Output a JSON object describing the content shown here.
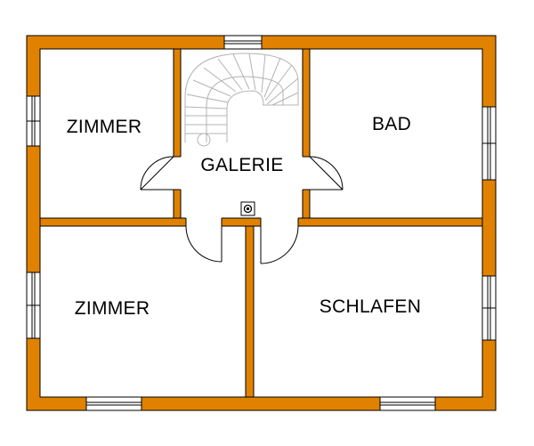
{
  "colors": {
    "wall": "#E08200",
    "outline": "#000000",
    "floor": "#FFFFFF",
    "stair": "#B4B4B4"
  },
  "rooms": {
    "zimmer_top": {
      "label": "ZIMMER"
    },
    "galerie": {
      "label": "GALERIE"
    },
    "bad": {
      "label": "BAD"
    },
    "zimmer_bottom": {
      "label": "ZIMMER"
    },
    "schlafen": {
      "label": "SCHLAFEN"
    }
  },
  "icons": {
    "chimney": "chimney-icon",
    "door": "door-swing-icon",
    "window": "window-icon",
    "stairs": "spiral-stairs-icon"
  }
}
